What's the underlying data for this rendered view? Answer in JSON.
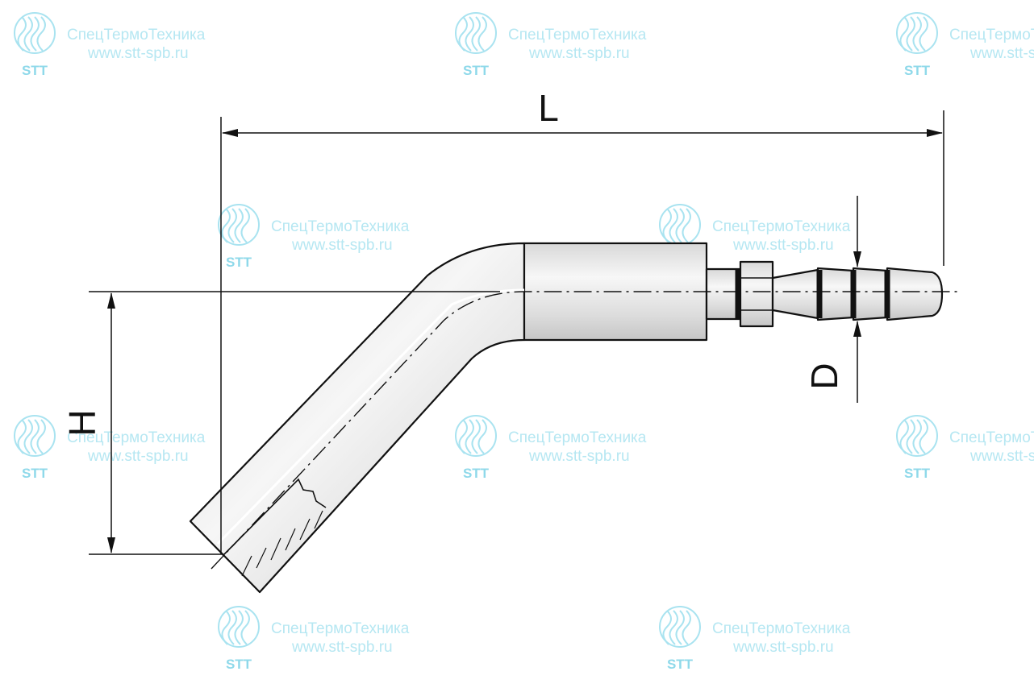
{
  "watermark": {
    "company": "СпецТермоТехника",
    "url": "www.stt-spb.ru",
    "logo_text": "STT",
    "logo_icon": "wave-circle-icon",
    "color": "#b6e7f2"
  },
  "dimensions": {
    "length": "L",
    "height": "H",
    "diameter": "D"
  },
  "drawing": {
    "part": "angled-hose-fitting",
    "line_color": "#111111",
    "metal_color": "#e6e6e6"
  }
}
